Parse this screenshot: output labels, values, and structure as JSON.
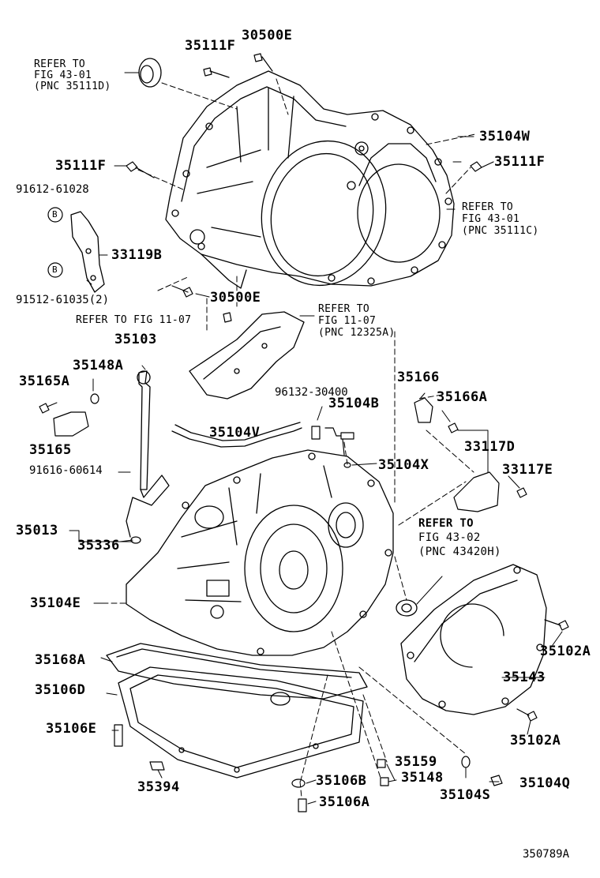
{
  "labels": {
    "p30500e_top": "30500E",
    "p35111f_top": "35111F",
    "ref_4301a_l1": "REFER TO",
    "ref_4301a_l2": "FIG 43-01",
    "ref_4301a_l3": "(PNC 35111D)",
    "p35104w": "35104W",
    "p35111f_left": "35111F",
    "p35111f_right": "35111F",
    "p91612": "91612-61028",
    "ref_4301b_l1": "REFER TO",
    "ref_4301b_l2": "FIG 43-01",
    "ref_4301b_l3": "(PNC 35111C)",
    "p33119b": "33119B",
    "p91512": "91512-61035(2)",
    "p30500e_mid": "30500E",
    "ref_1107_l1": "REFER TO",
    "ref_1107_l2": "FIG 11-07",
    "ref_1107_l3": "(PNC 12325A)",
    "ref_1107_left": "REFER TO FIG 11-07",
    "p35103": "35103",
    "p35148a": "35148A",
    "p35165a": "35165A",
    "p35166": "35166",
    "p96132": "96132-30400",
    "p35166a": "35166A",
    "p35104b": "35104B",
    "p35104v": "35104V",
    "p35165": "35165",
    "p33117d": "33117D",
    "p35104x": "35104X",
    "p91616": "91616-60614",
    "p33117e": "33117E",
    "ref_4302_l1": "REFER TO",
    "ref_4302_l2": "FIG 43-02",
    "ref_4302_l3": "(PNC 43420H)",
    "p35013": "35013",
    "p35336": "35336",
    "p35104e": "35104E",
    "p35102a_top": "35102A",
    "p35168a": "35168A",
    "p35143": "35143",
    "p35106d": "35106D",
    "p35106e": "35106E",
    "p35102a_bot": "35102A",
    "p35159": "35159",
    "p35394": "35394",
    "p35106b": "35106B",
    "p35148": "35148",
    "p35104q": "35104Q",
    "p35104s": "35104S",
    "p35106a": "35106A",
    "badge_b": "B",
    "diagram_id": "350789A"
  }
}
